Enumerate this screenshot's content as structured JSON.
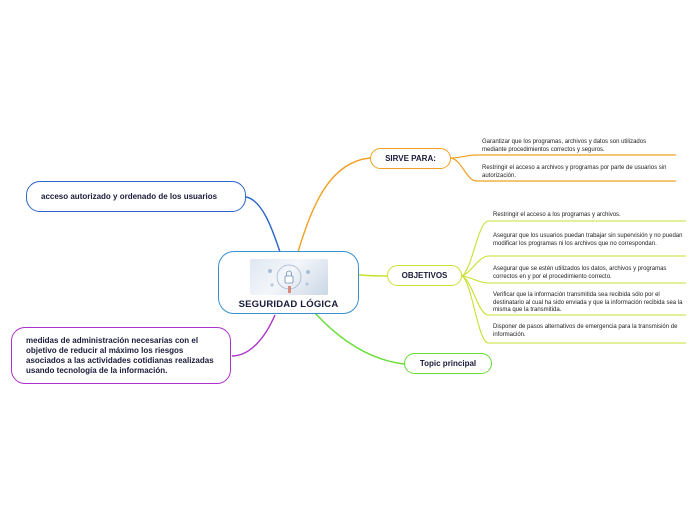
{
  "root": {
    "title": "SEGURIDAD LÓGICA",
    "image_icon": "security-lock-image"
  },
  "branches": {
    "sirve_para": {
      "label": "SIRVE PARA:",
      "color": "#f0a020",
      "items": [
        "Garantizar que los programas, archivos y datos son utilizados mediante procedimientos correctos y seguros.",
        "Restringir el acceso a archivos y programas por parte de usuarios sin autorización."
      ]
    },
    "objetivos": {
      "label": "OBJETIVOS",
      "color": "#c8e030",
      "items": [
        "Restringir el acceso a los programas y archivos.",
        "Asegurar que los usuarios puedan trabajar sin supervisión y no puedan modificar los programas ni los archivos que no correspondan.",
        "Asegurar que se estén utilizados los datos, archivos y programas correctos en y por el procedimiento correcto.",
        "Verificar que la información transmitida sea recibida sólo por el destinatario al cual ha sido enviada y que la información recibida sea la misma que la transmitida.",
        "Disponer de pasos alternativos de emergencia para la transmisión de información."
      ]
    },
    "topic": {
      "label": "Topic principal",
      "color": "#66dd33"
    },
    "acceso": {
      "label": "acceso autorizado y ordenado de los usuarios",
      "color": "#2a66cc"
    },
    "medidas": {
      "label": "medidas de administración necesarias con el objetivo de reducir al máximo los riesgos asociados a las actividades cotidianas realizadas usando tecnología de la información.",
      "color": "#aa33cc"
    }
  }
}
